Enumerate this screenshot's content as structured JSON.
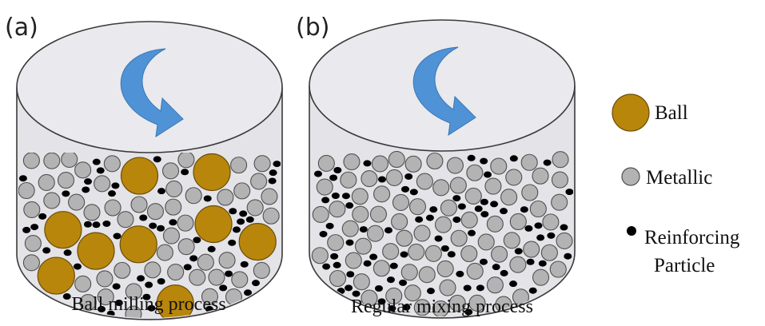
{
  "panels": [
    {
      "label": "(a)",
      "caption": "Ball milling process",
      "colors": {
        "lid": "#e9e9ee",
        "body": "#e3e3e8",
        "outline": "#3a3a3a",
        "arrow": "#4f93d6"
      }
    },
    {
      "label": "(b)",
      "caption": "Regular mixing process",
      "colors": {
        "lid": "#e9e9ee",
        "body": "#e3e3e8",
        "outline": "#3a3a3a",
        "arrow": "#4f93d6"
      }
    }
  ],
  "legend": {
    "items": [
      {
        "id": "ball",
        "text": "Ball",
        "color": "#b8860b",
        "kind": "ball"
      },
      {
        "id": "metallic",
        "text": "Metallic",
        "color": "#b3b3b3",
        "kind": "metallic"
      },
      {
        "id": "reinforcing",
        "text": "Reinforcing",
        "text2": "Particle",
        "color": "#000000",
        "kind": "reinforcing"
      }
    ]
  },
  "colors": {
    "ball_fill": "#b8860b",
    "ball_stroke": "#6b4c0a",
    "metallic_fill": "#b3b3b3",
    "metallic_stroke": "#505050",
    "reinforcing_fill": "#000000"
  }
}
